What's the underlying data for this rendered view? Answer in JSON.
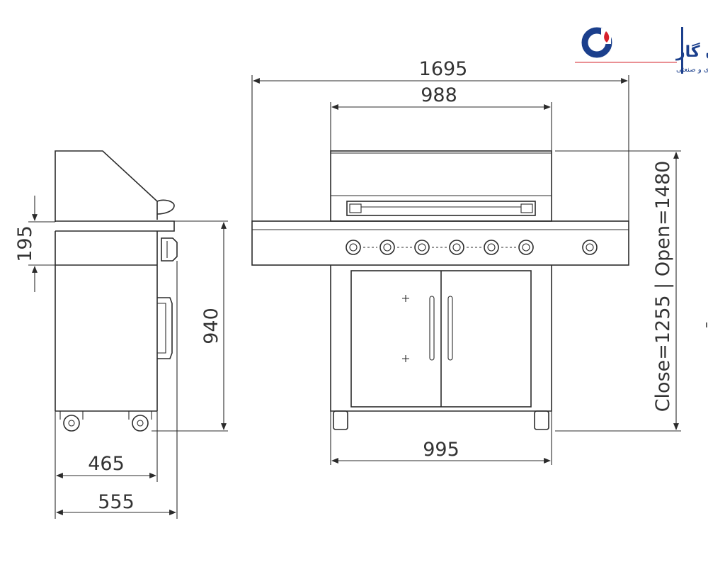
{
  "logo": {
    "title": "جهان گاز",
    "subtitle": "شرکت تولیدی و صنعتی",
    "colors": {
      "blue": "#1b3f8c",
      "red": "#d6202a"
    }
  },
  "dimensions": {
    "total_width": "1695",
    "hood_width": "988",
    "cart_width": "995",
    "height": "940",
    "side_shelf_offset": "195",
    "depth_base": "465",
    "depth_total": "555",
    "height_closed_open": "Close=1255 | Open=1480"
  }
}
